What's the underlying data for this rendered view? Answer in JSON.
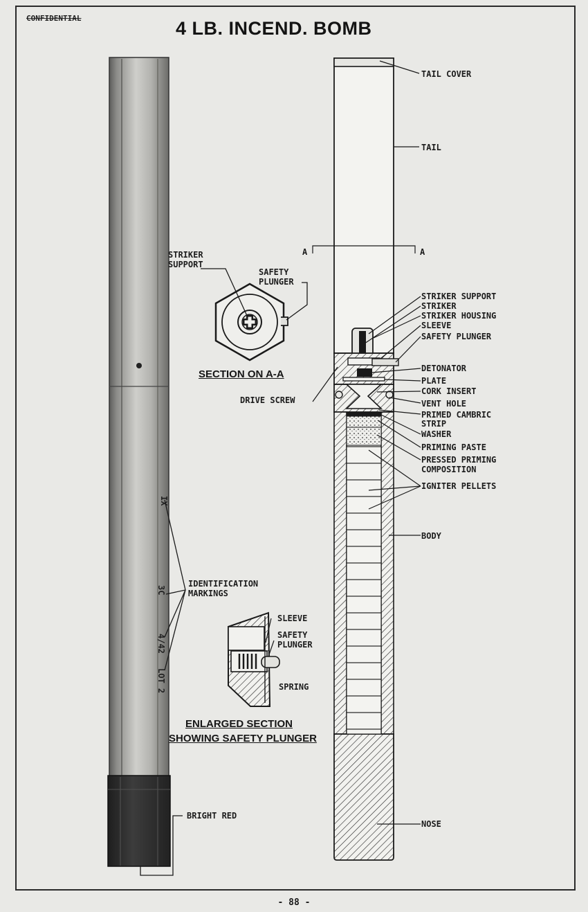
{
  "header": {
    "classification": "CONFIDENTIAL",
    "title": "4 LB. INCEND. BOMB"
  },
  "section_aa": {
    "caption": "SECTION ON A-A",
    "label_striker_support": [
      "STRIKER",
      "SUPPORT"
    ],
    "label_safety_plunger": [
      "SAFETY",
      "PLUNGER"
    ]
  },
  "enlarged": {
    "caption_line1": "ENLARGED SECTION",
    "caption_line2": "SHOWING SAFETY PLUNGER",
    "label_sleeve": "SLEEVE",
    "label_safety_plunger": [
      "SAFETY",
      "PLUNGER"
    ],
    "label_spring": "SPRING"
  },
  "exterior": {
    "identification_markings": [
      "IDENTIFICATION",
      "MARKINGS"
    ],
    "bright_red": "BRIGHT RED",
    "stencils": [
      "IX",
      "3C",
      "4/42",
      "LOT 2"
    ]
  },
  "cross_section": {
    "section_marker": "A",
    "labels": {
      "tail_cover": "TAIL COVER",
      "tail": "TAIL",
      "striker_support": "STRIKER SUPPORT",
      "striker": "STRIKER",
      "striker_housing": "STRIKER HOUSING",
      "sleeve": "SLEEVE",
      "safety_plunger": "SAFETY PLUNGER",
      "detonator": "DETONATOR",
      "plate": "PLATE",
      "drive_screw": "DRIVE SCREW",
      "cork_insert": "CORK INSERT",
      "vent_hole": "VENT HOLE",
      "primed_cambric_strip": [
        "PRIMED CAMBRIC",
        "STRIP"
      ],
      "washer": "WASHER",
      "priming_paste": "PRIMING PASTE",
      "pressed_priming_composition": [
        "PRESSED PRIMING",
        "COMPOSITION"
      ],
      "igniter_pellets": "IGNITER PELLETS",
      "body": "BODY",
      "nose": "NOSE"
    }
  },
  "footer": {
    "page_number": "- 88 -"
  },
  "colors": {
    "paper": "#e9e9e6",
    "ink": "#1a1a1a",
    "bomb_shade": "#a8a8a5",
    "nose_red_print": "#2b2b2b"
  }
}
